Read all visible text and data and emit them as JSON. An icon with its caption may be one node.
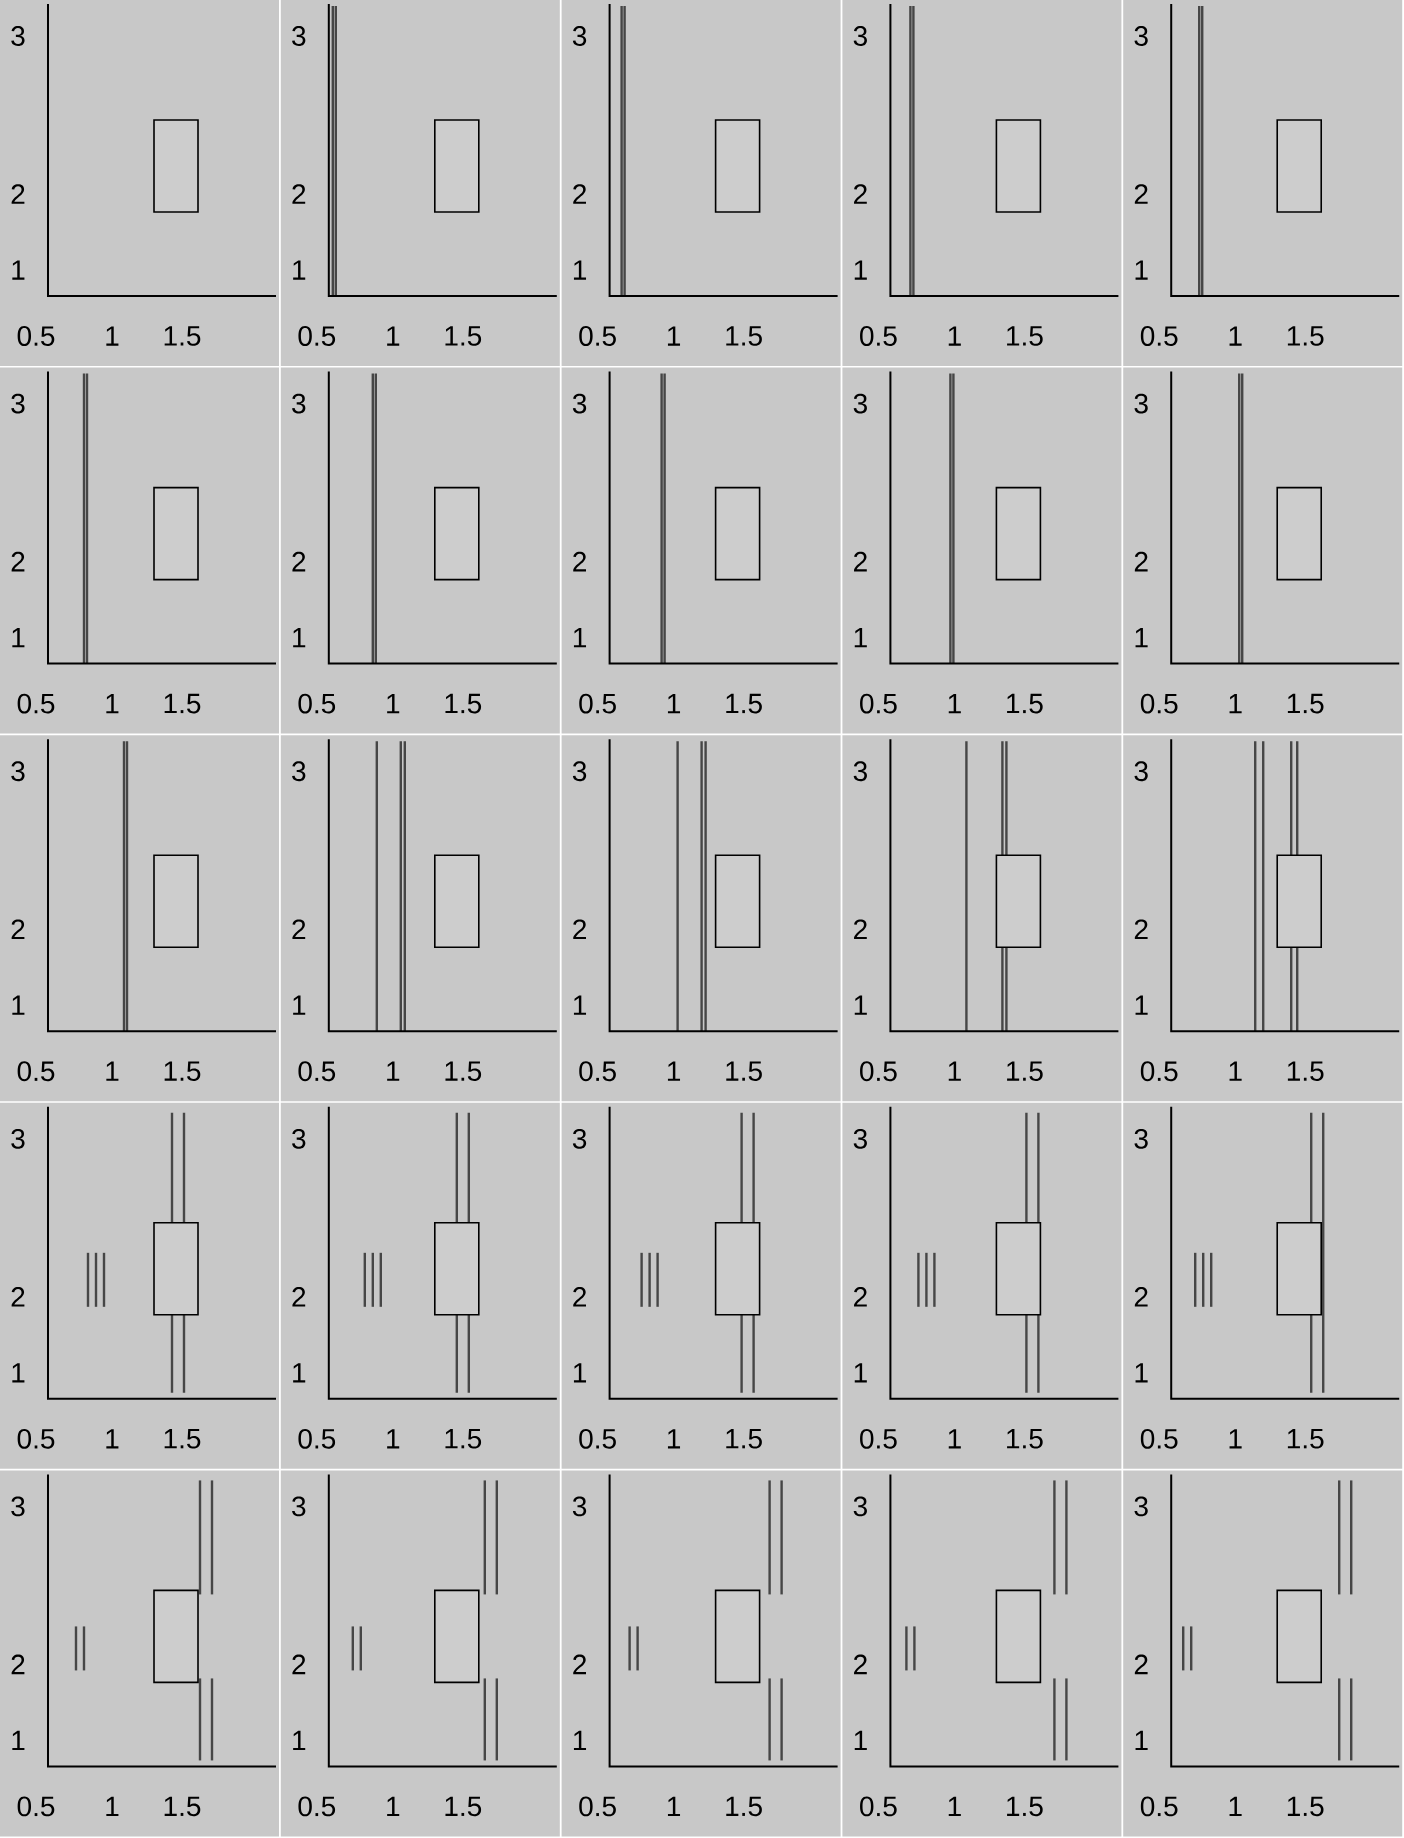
{
  "diagram": {
    "labels": [
      "3",
      "2",
      "1",
      "0.5",
      "1",
      "1.5",
      "3",
      "2",
      "1",
      "0.5",
      "1",
      "1.5",
      "3",
      "2",
      "1",
      "0.5",
      "1",
      "1.5",
      "3",
      "2",
      "1",
      "0.5",
      "1",
      "1.5",
      "3",
      "2",
      "1",
      "0.5",
      "1",
      "1.5",
      "3",
      "2",
      "1",
      "0.5",
      "1",
      "1.5",
      "3",
      "2",
      "1",
      "0.5",
      "1",
      "1.5",
      "3",
      "2",
      "1",
      "0.5",
      "1",
      "1.5",
      "3",
      "2",
      "1",
      "0.5",
      "1",
      "1.5",
      "3",
      "2",
      "1",
      "0.5",
      "1",
      "1.5",
      "3",
      "2",
      "1",
      "0.5",
      "1",
      "1.5",
      "3",
      "2",
      "1",
      "0.5",
      "1",
      "1.5",
      "3",
      "2",
      "1",
      "0.5",
      "1",
      "1.5",
      "3",
      "2",
      "1",
      "0.5",
      "1",
      "1.5",
      "3",
      "2",
      "1",
      "0.5",
      "1",
      "1.5",
      "3",
      "2",
      "1",
      "0.5",
      "1",
      "1.5",
      "3",
      "2",
      "1",
      "0.5",
      "1",
      "1.5",
      "3",
      "2",
      "1",
      "0.5",
      "1",
      "1.5",
      "3",
      "2",
      "1",
      "0.5",
      "1",
      "1.5",
      "3",
      "2",
      "1",
      "0.5",
      "1",
      "1.5",
      "3",
      "2",
      "1",
      "0.5",
      "1",
      "1.5",
      "3",
      "2",
      "1",
      "0.5",
      "1",
      "1.5",
      "3",
      "2",
      "1",
      "0.5",
      "1",
      "1.5",
      "3",
      "2",
      "1",
      "0.5",
      "1",
      "1.5",
      "3",
      "2",
      "1",
      "0.5",
      "1",
      "1.5"
    ]
  }
}
